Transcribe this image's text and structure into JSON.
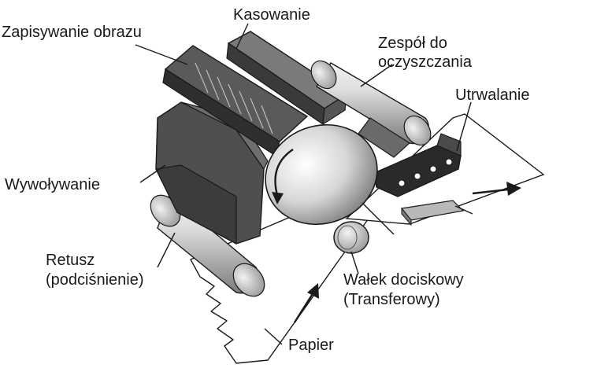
{
  "labels": {
    "image_recording": "Zapisywanie obrazu",
    "erasing": "Kasowanie",
    "cleaning_line1": "Zespół do",
    "cleaning_line2": "oczyszczania",
    "fixing": "Utrwalanie",
    "developing": "Wywoływanie",
    "retouch_line1": "Retusz",
    "retouch_line2": "(podciśnienie)",
    "pressure_roller_line1": "Wałek dociskowy",
    "pressure_roller_line2": "(Transferowy)",
    "paper": "Papier"
  },
  "colors": {
    "line": "#1a1a1a",
    "dark_block": "#4a4a4a",
    "mid_block": "#8c8c8c",
    "light_block": "#c8c8c8",
    "fuser_belt": "#2a2a2a"
  },
  "icons": [
    "rotation-arrow-icon",
    "paper-direction-arrow-icon",
    "output-direction-arrow-icon"
  ]
}
